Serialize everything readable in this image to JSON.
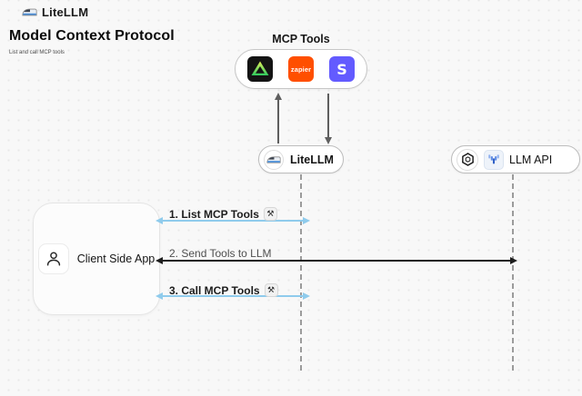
{
  "header": {
    "brand": "LiteLLM",
    "title": "Model Context Protocol",
    "subtitle": "List and call MCP tools"
  },
  "mcp_tools": {
    "label": "MCP Tools",
    "icons": [
      {
        "name": "triangle-tool-icon",
        "bg": "#141414"
      },
      {
        "name": "zapier-icon",
        "label": "zapier",
        "bg": "#ff4f00"
      },
      {
        "name": "stripe-icon",
        "label": "S",
        "bg": "#635bff"
      }
    ]
  },
  "nodes": {
    "litellm": {
      "label": "LiteLLM"
    },
    "llm_api": {
      "label": "LLM API"
    },
    "client": {
      "label": "Client Side App"
    }
  },
  "sequence": {
    "steps": [
      {
        "label": "1. List MCP Tools",
        "has_tool_icon": true,
        "arrow_color": "#8fcbec"
      },
      {
        "label": "2. Send Tools to LLM",
        "has_tool_icon": false,
        "arrow_color": "#1d1d1d"
      },
      {
        "label": "3. Call MCP Tools",
        "has_tool_icon": true,
        "arrow_color": "#8fcbec"
      }
    ],
    "tool_icon_glyph": "⚒"
  },
  "colors": {
    "background": "#f8f8f8",
    "dot_grid": "#e8e8e8",
    "blue_arrow": "#8fcbec",
    "dark_arrow": "#1d1d1d",
    "zapier_orange": "#ff4f00",
    "stripe_purple": "#635bff",
    "lifeline_gray": "#9b9b9b"
  }
}
